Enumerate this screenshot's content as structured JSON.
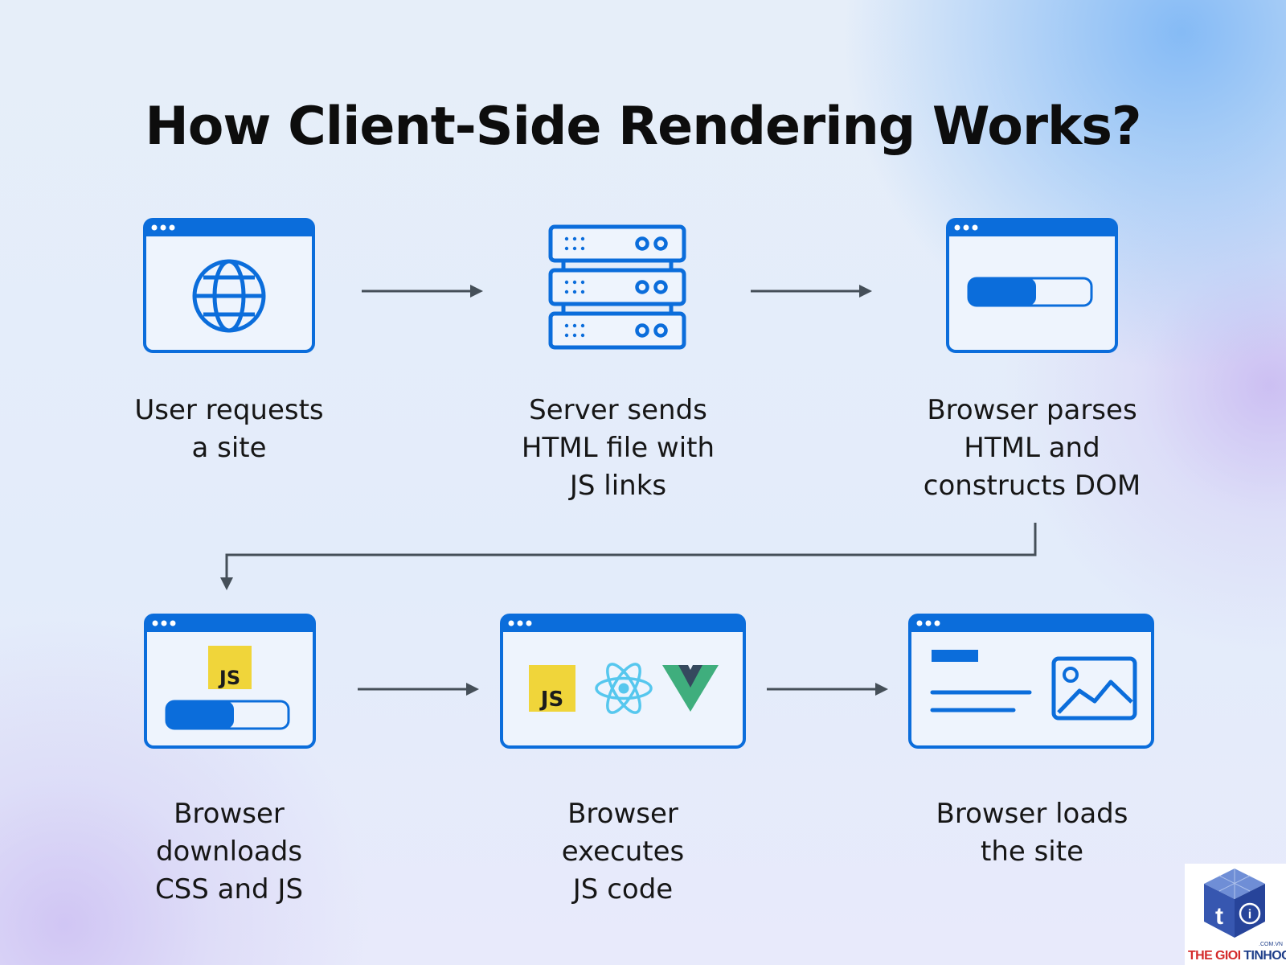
{
  "title": "How Client-Side Rendering Works?",
  "colors": {
    "accent": "#0b6ddb",
    "accent_light": "#d9e9fb",
    "arrow": "#454f58",
    "js_yellow": "#f0d53a",
    "react_cyan": "#56c7ee",
    "vue_green": "#3fae7d",
    "vue_dark": "#35495e",
    "text": "#161616"
  },
  "steps": [
    {
      "icon": "browser-globe-icon",
      "label_lines": [
        "User requests",
        "a site"
      ]
    },
    {
      "icon": "server-rack-icon",
      "label_lines": [
        "Server sends",
        "HTML file with",
        "JS links"
      ]
    },
    {
      "icon": "browser-progress-icon",
      "label_lines": [
        "Browser parses",
        "HTML and",
        "constructs DOM"
      ]
    },
    {
      "icon": "browser-js-download-icon",
      "label_lines": [
        "Browser",
        "downloads",
        "CSS and JS"
      ],
      "badge": "JS"
    },
    {
      "icon": "browser-frameworks-icon",
      "label_lines": [
        "Browser",
        "executes",
        "JS code"
      ],
      "badge": "JS"
    },
    {
      "icon": "browser-page-icon",
      "label_lines": [
        "Browser loads",
        "the site"
      ]
    }
  ],
  "progress": {
    "parse_fill": 0.55,
    "download_fill": 0.55
  },
  "watermark": {
    "brand_part1": "THE GIOI",
    "brand_part2": "TINHOC",
    "domain": ".COM.VN",
    "logo_letter": "t"
  }
}
